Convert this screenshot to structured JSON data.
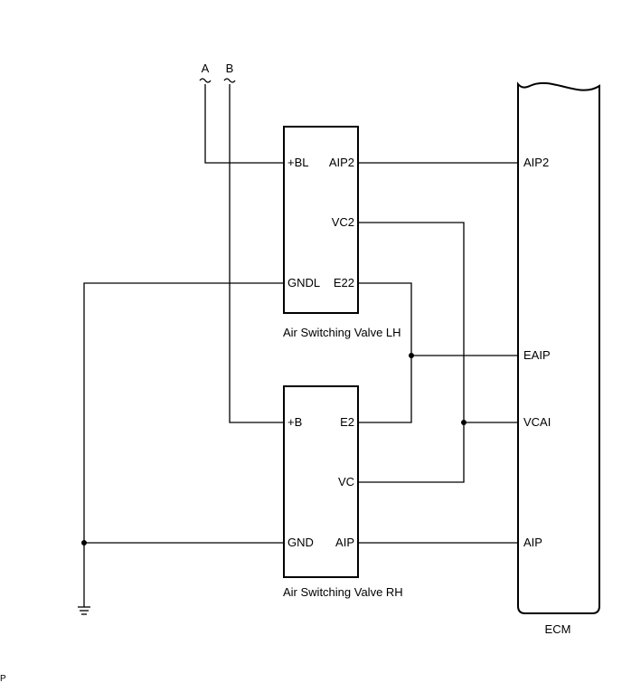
{
  "connectors": {
    "a": "A",
    "b": "B"
  },
  "lh": {
    "name": "Air Switching Valve LH",
    "pins": {
      "bl": "+BL",
      "aip2": "AIP2",
      "vc2": "VC2",
      "gndl": "GNDL",
      "e22": "E22"
    }
  },
  "rh": {
    "name": "Air Switching Valve RH",
    "pins": {
      "b": "+B",
      "e2": "E2",
      "vc": "VC",
      "gnd": "GND",
      "aip": "AIP"
    }
  },
  "ecm": {
    "name": "ECM",
    "pins": {
      "aip2": "AIP2",
      "eaip": "EAIP",
      "vcai": "VCAI",
      "aip": "AIP"
    }
  },
  "corner_code": "P"
}
